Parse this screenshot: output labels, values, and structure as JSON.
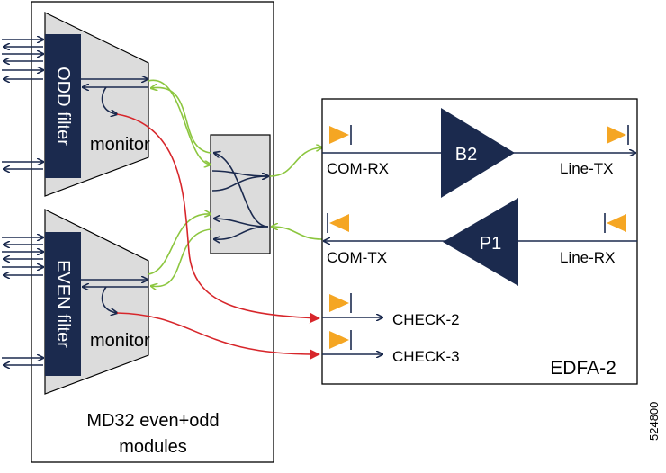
{
  "md32": {
    "label_line1": "MD32 even+odd",
    "label_line2": "modules",
    "odd_filter": "ODD filter",
    "even_filter": "EVEN filter",
    "monitor_label": "monitor"
  },
  "edfa": {
    "title": "EDFA-2",
    "b2": "B2",
    "p1": "P1",
    "com_rx": "COM-RX",
    "com_tx": "COM-TX",
    "line_tx": "Line-TX",
    "line_rx": "Line-RX",
    "check2": "CHECK-2",
    "check3": "CHECK-3"
  },
  "figure_id": "524800",
  "colors": {
    "navy": "#1b2a4e",
    "green": "#8cc63f",
    "red": "#d7262b",
    "orange": "#f5a623",
    "gray": "#dddddd"
  }
}
